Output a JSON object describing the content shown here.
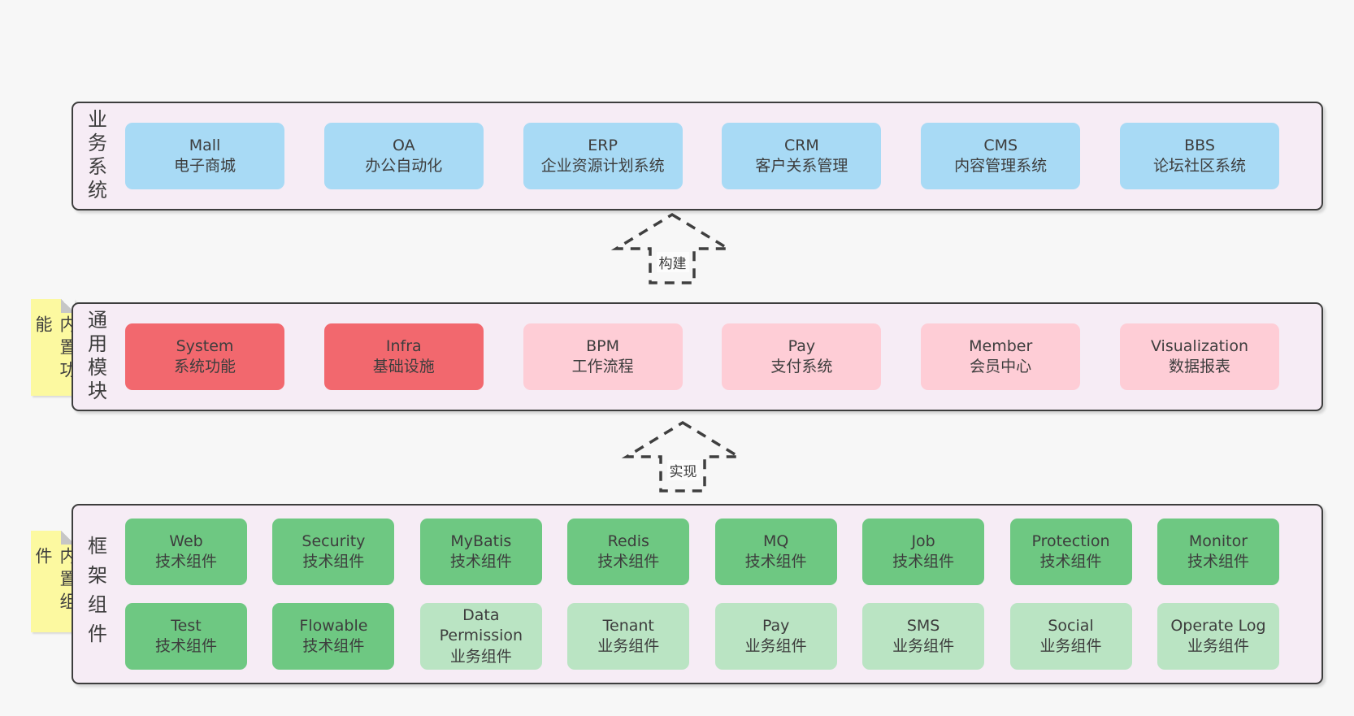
{
  "colors": {
    "page_bg": "#f7f7f7",
    "band_bg": "#f6ecf5",
    "band_border": "#3d3d3d",
    "text": "#3d3d3d",
    "arrow": "#3f3f3f",
    "note_bg": "#fcf9a0",
    "note_fold": "#c6c6c6",
    "blue": "#a8daf5",
    "red": "#f2686e",
    "pink": "#fecdd6",
    "green": "#6ec882",
    "light_green": "#bae4c3"
  },
  "arrows": [
    {
      "label": "构建"
    },
    {
      "label": "实现"
    }
  ],
  "bands": [
    {
      "label": "业务系统",
      "note": null,
      "rows": [
        [
          {
            "title": "Mall",
            "subtitle": "电子商城",
            "color": "blue"
          },
          {
            "title": "OA",
            "subtitle": "办公自动化",
            "color": "blue"
          },
          {
            "title": "ERP",
            "subtitle": "企业资源计划系统",
            "color": "blue"
          },
          {
            "title": "CRM",
            "subtitle": "客户关系管理",
            "color": "blue"
          },
          {
            "title": "CMS",
            "subtitle": "内容管理系统",
            "color": "blue"
          },
          {
            "title": "BBS",
            "subtitle": "论坛社区系统",
            "color": "blue"
          }
        ]
      ]
    },
    {
      "label": "通用模块",
      "note": "内置功能",
      "rows": [
        [
          {
            "title": "System",
            "subtitle": "系统功能",
            "color": "red"
          },
          {
            "title": "Infra",
            "subtitle": "基础设施",
            "color": "red"
          },
          {
            "title": "BPM",
            "subtitle": "工作流程",
            "color": "pink"
          },
          {
            "title": "Pay",
            "subtitle": "支付系统",
            "color": "pink"
          },
          {
            "title": "Member",
            "subtitle": "会员中心",
            "color": "pink"
          },
          {
            "title": "Visualization",
            "subtitle": "数据报表",
            "color": "pink"
          }
        ]
      ]
    },
    {
      "label": "框架组件",
      "note": "内置组件",
      "rows": [
        [
          {
            "title": "Web",
            "subtitle": "技术组件",
            "color": "green"
          },
          {
            "title": "Security",
            "subtitle": "技术组件",
            "color": "green"
          },
          {
            "title": "MyBatis",
            "subtitle": "技术组件",
            "color": "green"
          },
          {
            "title": "Redis",
            "subtitle": "技术组件",
            "color": "green"
          },
          {
            "title": "MQ",
            "subtitle": "技术组件",
            "color": "green"
          },
          {
            "title": "Job",
            "subtitle": "技术组件",
            "color": "green"
          },
          {
            "title": "Protection",
            "subtitle": "技术组件",
            "color": "green"
          },
          {
            "title": "Monitor",
            "subtitle": "技术组件",
            "color": "green"
          }
        ],
        [
          {
            "title": "Test",
            "subtitle": "技术组件",
            "color": "green"
          },
          {
            "title": "Flowable",
            "subtitle": "技术组件",
            "color": "green"
          },
          {
            "title": "Data Permission",
            "subtitle": "业务组件",
            "color": "light_green"
          },
          {
            "title": "Tenant",
            "subtitle": "业务组件",
            "color": "light_green"
          },
          {
            "title": "Pay",
            "subtitle": "业务组件",
            "color": "light_green"
          },
          {
            "title": "SMS",
            "subtitle": "业务组件",
            "color": "light_green"
          },
          {
            "title": "Social",
            "subtitle": "业务组件",
            "color": "light_green"
          },
          {
            "title": "Operate Log",
            "subtitle": "业务组件",
            "color": "light_green"
          }
        ]
      ]
    }
  ]
}
